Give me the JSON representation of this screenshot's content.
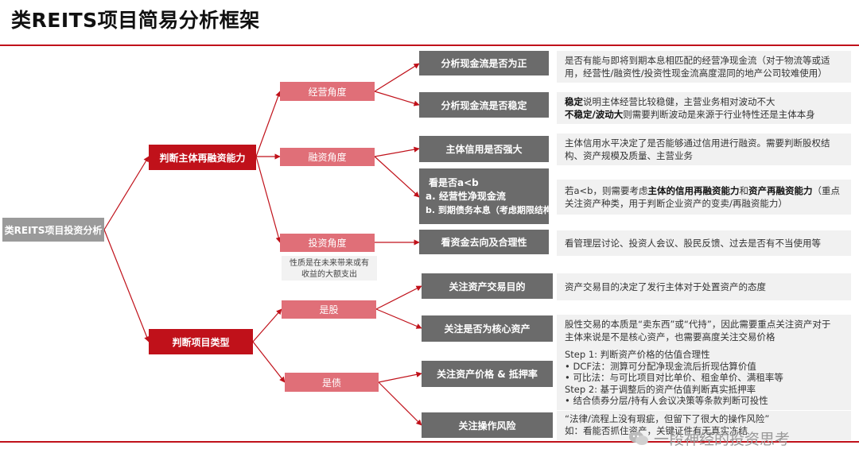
{
  "title": "类REITS项目简易分析框架",
  "root": "类REITS项目投资分析",
  "level1": {
    "refi": "判断主体再融资能力",
    "type": "判断项目类型"
  },
  "level2": {
    "operation": "经营角度",
    "financing": "融资角度",
    "investment": "投资角度",
    "equity": "是股",
    "debt": "是债"
  },
  "investment_note": [
    "性质是在未来带来或有",
    "收益的大额支出"
  ],
  "level3": {
    "cashflow_positive": "分析现金流是否为正",
    "cashflow_stable": "分析现金流是否稳定",
    "credit_strong": "主体信用是否强大",
    "a_lt_b": [
      "看是否a<b",
      "a. 经营性净现金流",
      "b. 到期债务本息（考虑期限结构）"
    ],
    "capital_use": "看资金去向及合理性",
    "trade_purpose": "关注资产交易目的",
    "core_asset": "关注是否为核心资产",
    "price_pledge": "关注资产价格 & 抵押率",
    "op_risk": "关注操作风险"
  },
  "descriptions": {
    "cashflow_positive": [
      "是否有能与即将到期本息相匹配的经营净现金流（对于物流等或适",
      "用，经营性/融资性/投资性现金流高度混同的地产公司较难使用）"
    ],
    "cashflow_stable": {
      "line1_bold": "稳定",
      "line1_rest": "说明主体经营比较稳健，主营业务相对波动不大",
      "line2_bold": "不稳定/波动大",
      "line2_rest": "则需要判断波动是来源于行业特性还是主体本身"
    },
    "credit_strong": [
      "主体信用水平决定了是否能够通过信用进行融资。需要判断股权结",
      "构、资产规模及质量、主营业务"
    ],
    "a_lt_b": {
      "p1": "若a<b，则需要考虑",
      "b1": "主体的信用再融资能力",
      "p2": "和",
      "b2": "资产再融资能力",
      "p3": "（重点",
      "line2": "关注资产种类，用于判断企业资产的变卖/再融资能力）"
    },
    "capital_use": "看管理层讨论、投资人会议、股民反馈、过去是否有不当使用等",
    "trade_purpose": "资产交易目的决定了发行主体对于处置资产的态度",
    "core_asset": [
      "股性交易的本质是“卖东西”或“代持”，因此需要重点关注资产对于",
      "主体来说是不是核心资产，也需要高度关注交易价格"
    ],
    "price_pledge": [
      "Step 1:  判断资产价格的估值合理性",
      "•    DCF法：测算可分配净现金流后折现估算价值",
      "•    可比法：与可比项目对比单价、租金单价、满租率等",
      "Step 2:  基于调整后的资产估值判断真实抵押率",
      "•    结合债券分层/持有人会议决策等条款判断可投性"
    ],
    "op_risk": [
      "“法律/流程上没有瑕疵，但留下了很大的操作风险”",
      "如：看能否抓住资产，关键证件有无真实冻结"
    ]
  },
  "watermark": "一段神经的投资思考",
  "colors": {
    "accent_red": "#c0111a",
    "pink": "#e06f78",
    "dark_gray": "#6b6b6b",
    "root_gray": "#9a9a9a",
    "desc_bg": "#f1f1f1"
  }
}
